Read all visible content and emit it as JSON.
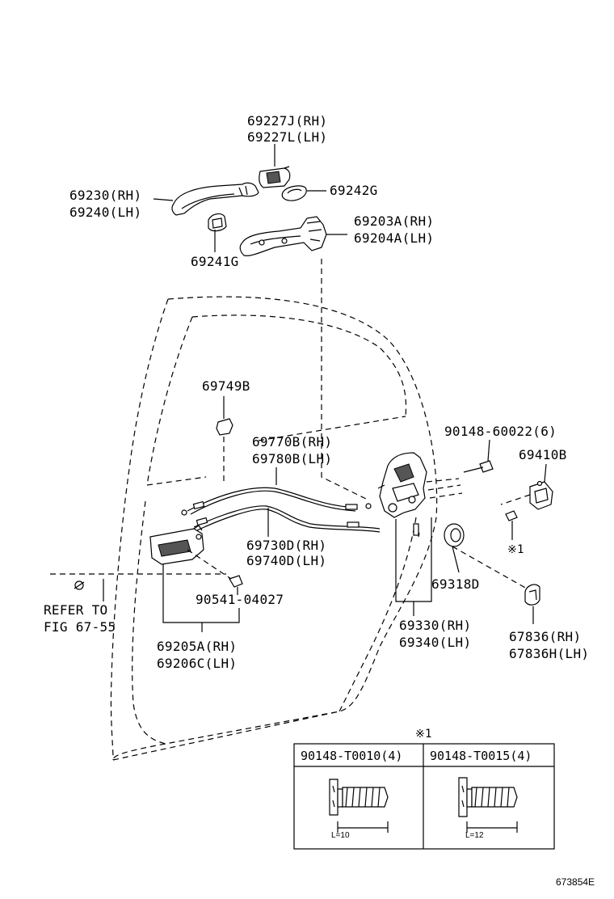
{
  "labels": {
    "p69227J": "69227J(RH)",
    "p69227L": "69227L(LH)",
    "p69230": "69230(RH)",
    "p69240": "69240(LH)",
    "p69242G": "69242G",
    "p69203A": "69203A(RH)",
    "p69204A": "69204A(LH)",
    "p69241G": "69241G",
    "p69749B": "69749B",
    "p90148_60022": "90148-60022(6)",
    "p69410B": "69410B",
    "p69770B": "69770B(RH)",
    "p69780B": "69780B(LH)",
    "p69730D": "69730D(RH)",
    "p69740D": "69740D(LH)",
    "p90541": "90541-04027",
    "refer1": "REFER TO",
    "refer2": "FIG 67-55",
    "p69318D": "69318D",
    "p69205A": "69205A(RH)",
    "p69206C": "69206C(LH)",
    "p69330": "69330(RH)",
    "p69340": "69340(LH)",
    "p67836": "67836(RH)",
    "p67836H": "67836H(LH)",
    "note1_small": "※1",
    "note1_table": "※1"
  },
  "table": {
    "col1_header": "90148-T0010(4)",
    "col2_header": "90148-T0015(4)",
    "col1_length": "L=10",
    "col2_length": "L=12"
  },
  "footer": {
    "figure_id": "673854E"
  }
}
